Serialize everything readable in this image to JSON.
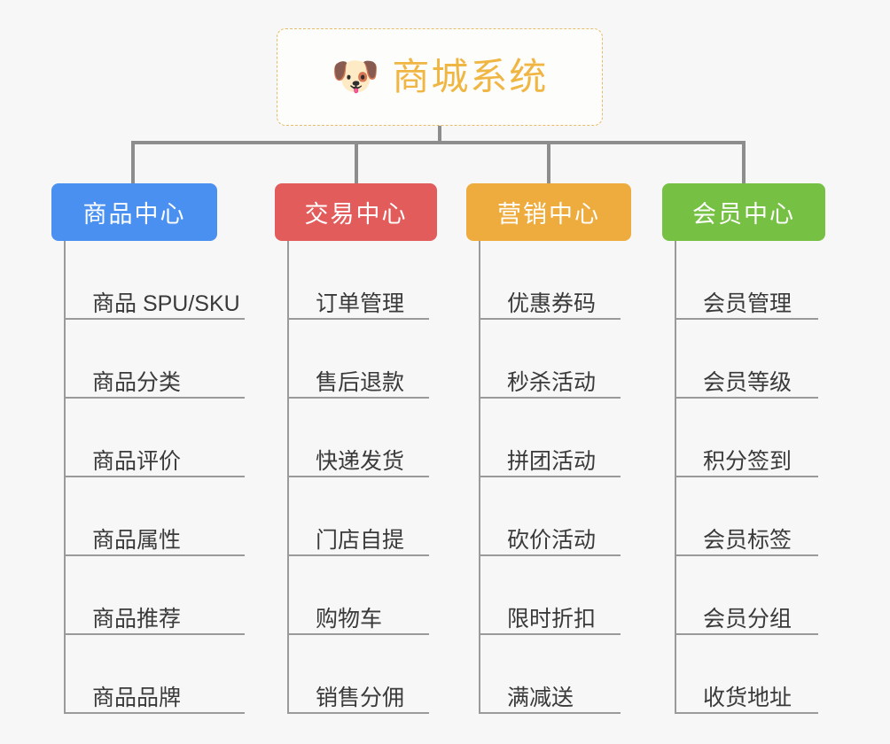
{
  "root": {
    "icon": "dog-face-emoji",
    "emoji": "🐶",
    "title": "商城系统",
    "title_color": "#f0b643",
    "border_color": "#e8bb66"
  },
  "connector_color": "#8d8d8d",
  "background_color": "#f7f7f7",
  "columns": [
    {
      "title": "商品中心",
      "color": "#4a90f0",
      "items": [
        {
          "label": "商品 SPU/SKU"
        },
        {
          "label": "商品分类"
        },
        {
          "label": "商品评价"
        },
        {
          "label": "商品属性"
        },
        {
          "label": "商品推荐"
        },
        {
          "label": "商品品牌"
        }
      ]
    },
    {
      "title": "交易中心",
      "color": "#e25c5c",
      "items": [
        {
          "label": "订单管理"
        },
        {
          "label": "售后退款"
        },
        {
          "label": "快递发货"
        },
        {
          "label": "门店自提"
        },
        {
          "label": "购物车"
        },
        {
          "label": "销售分佣"
        }
      ]
    },
    {
      "title": "营销中心",
      "color": "#eeac3e",
      "items": [
        {
          "label": "优惠券码"
        },
        {
          "label": "秒杀活动"
        },
        {
          "label": "拼团活动"
        },
        {
          "label": "砍价活动"
        },
        {
          "label": "限时折扣"
        },
        {
          "label": "满减送"
        }
      ]
    },
    {
      "title": "会员中心",
      "color": "#76c043",
      "items": [
        {
          "label": "会员管理"
        },
        {
          "label": "会员等级"
        },
        {
          "label": "积分签到"
        },
        {
          "label": "会员标签"
        },
        {
          "label": "会员分组"
        },
        {
          "label": "收货地址"
        }
      ]
    }
  ]
}
